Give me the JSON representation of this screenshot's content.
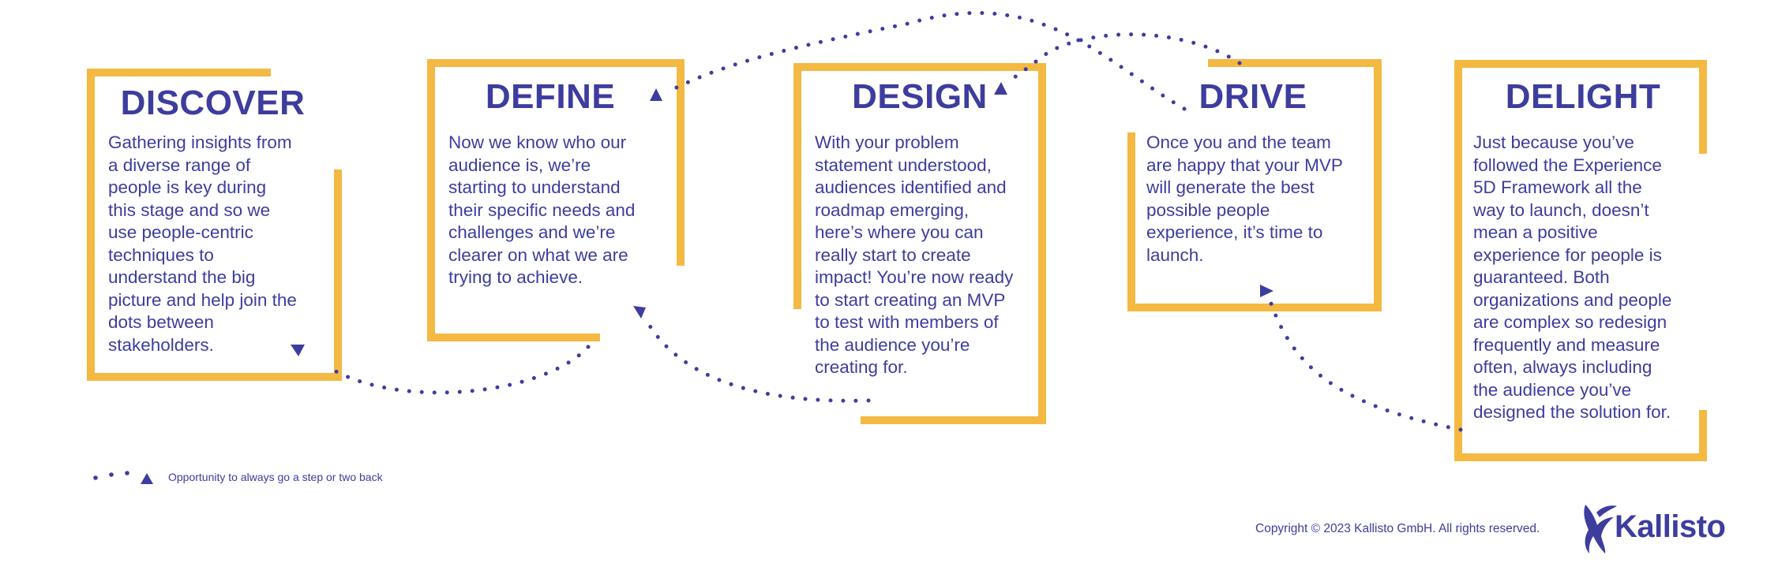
{
  "colors": {
    "accent": "#f4b942",
    "text": "#3d3d9e",
    "background": "#ffffff"
  },
  "stages": [
    {
      "title": "DISCOVER",
      "lines": [
        "Gathering insights from",
        "a diverse range of",
        "people is key during",
        "this stage and so we",
        "use people-centric",
        "techniques to",
        "understand the big",
        "picture and help join the",
        "dots between",
        "stakeholders."
      ]
    },
    {
      "title": "DEFINE",
      "lines": [
        "Now we know who our",
        "audience is, we’re",
        "starting to understand",
        "their specific needs and",
        "challenges and we’re",
        "clearer on what we are",
        "trying to achieve."
      ]
    },
    {
      "title": "DESIGN",
      "lines": [
        "With your problem",
        "statement understood,",
        "audiences identified and",
        "roadmap emerging,",
        "here’s where you can",
        "really start to create",
        "impact! You’re now ready",
        "to start creating an MVP",
        "to test with members of",
        "the audience you’re",
        "creating for."
      ]
    },
    {
      "title": "DRIVE",
      "lines": [
        "Once you and the team",
        "are happy that your MVP",
        "will generate the best",
        "possible people",
        "experience, it’s time to",
        "launch."
      ]
    },
    {
      "title": "DELIGHT",
      "lines": [
        "Just because you’ve",
        "followed the Experience",
        "5D Framework all the",
        "way to launch, doesn’t",
        "mean a positive",
        "experience for people is",
        "guaranteed. Both",
        "organizations and people",
        "are complex so redesign",
        "frequently and measure",
        "often, always including",
        "the audience you’ve",
        "designed the solution for."
      ]
    }
  ],
  "legend": {
    "text": "Opportunity to always go a step or two back",
    "icon": "dotted-arrow-icon"
  },
  "footer": {
    "copyright": "Copyright © 2023 Kallisto GmbH. All rights reserved.",
    "logo_text": "Kallisto",
    "logo_icon": "hummingbird-icon"
  }
}
